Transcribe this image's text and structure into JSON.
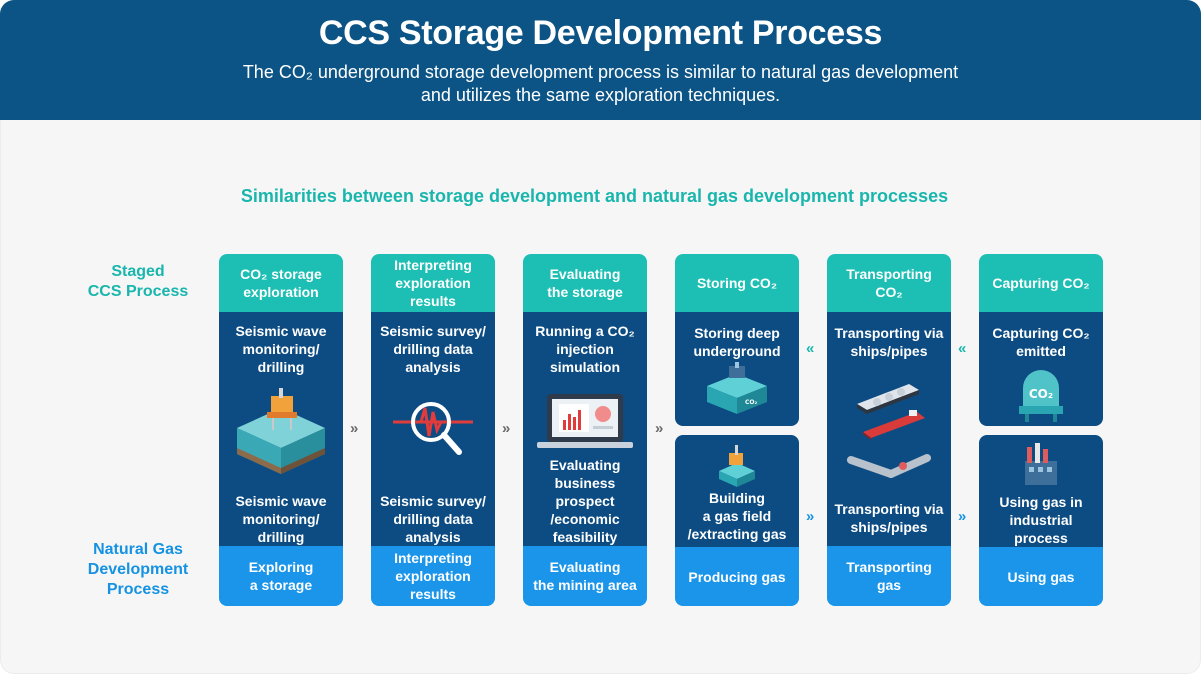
{
  "header": {
    "title": "CCS Storage Development Process",
    "subtitle_line1": "The CO₂ underground storage development process is similar to natural gas development",
    "subtitle_line2": "and utilizes the same exploration techniques."
  },
  "section_title": "Similarities between storage development and natural gas development processes",
  "row_labels": {
    "ccs_line1": "Staged",
    "ccs_line2": "CCS Process",
    "gas_line1": "Natural Gas",
    "gas_line2": "Development",
    "gas_line3": "Process"
  },
  "columns": [
    {
      "ccs_stage": [
        "CO₂ storage",
        "exploration"
      ],
      "ccs_detail": [
        "Seismic wave",
        "monitoring/",
        "drilling"
      ],
      "gas_detail": [
        "Seismic wave",
        "monitoring/",
        "drilling"
      ],
      "gas_stage": [
        "Exploring",
        "a storage"
      ]
    },
    {
      "ccs_stage": [
        "Interpreting",
        "exploration",
        "results"
      ],
      "ccs_detail": [
        "Seismic survey/",
        "drilling data",
        "analysis"
      ],
      "gas_detail": [
        "Seismic survey/",
        "drilling data",
        "analysis"
      ],
      "gas_stage": [
        "Interpreting",
        "exploration",
        "results"
      ]
    },
    {
      "ccs_stage": [
        "Evaluating",
        "the storage"
      ],
      "ccs_detail": [
        "Running a CO₂",
        "injection",
        "simulation"
      ],
      "gas_detail": [
        "Evaluating",
        "business",
        "prospect",
        "/economic",
        "feasibility"
      ],
      "gas_stage": [
        "Evaluating",
        "the mining area"
      ]
    },
    {
      "ccs_stage": [
        "Storing CO₂"
      ],
      "ccs_detail": [
        "Storing deep",
        "underground"
      ],
      "gas_detail": [
        "Building",
        "a gas field",
        "/extracting gas"
      ],
      "gas_stage": [
        "Producing gas"
      ]
    },
    {
      "ccs_stage": [
        "Transporting",
        "CO₂"
      ],
      "ccs_detail": [
        "Transporting via",
        "ships/pipes"
      ],
      "gas_detail": [
        "Transporting via",
        "ships/pipes"
      ],
      "gas_stage": [
        "Transporting",
        "gas"
      ]
    },
    {
      "ccs_stage": [
        "Capturing CO₂"
      ],
      "ccs_detail": [
        "Capturing CO₂",
        "emitted"
      ],
      "gas_detail": [
        "Using gas in",
        "industrial",
        "process"
      ],
      "gas_stage": [
        "Using gas"
      ]
    }
  ],
  "arrows": {
    "right": "»",
    "left": "«"
  },
  "icon_labels": {
    "storage_tank": "CO₂",
    "capture_dome": "CO₂"
  },
  "icons": [
    "offshore-platform-icon",
    "seismic-search-icon",
    "laptop-simulation-icon",
    "underground-storage-icon",
    "gas-rig-icon",
    "ships-icon",
    "pipeline-icon",
    "co2-capture-icon",
    "factory-icon"
  ],
  "colors": {
    "header_bg": "#0c5485",
    "teal": "#1dbfb4",
    "navy": "#0d4c82",
    "blue": "#1a95ea",
    "section_title": "#19b6ad",
    "gas_label": "#1592e2"
  }
}
